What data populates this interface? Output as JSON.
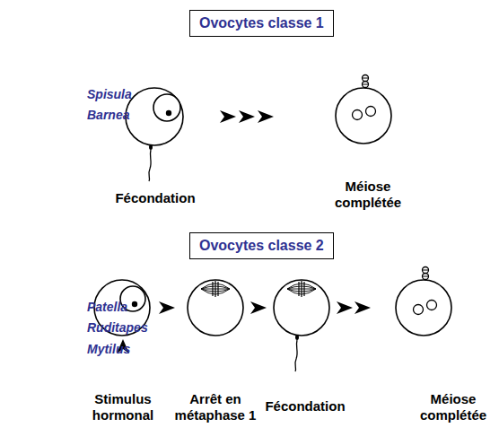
{
  "diagram": {
    "nodes": [
      {
        "text": [
          "Ovocytes classe 1"
        ]
      },
      {
        "text": [
          "Ovocytes classe 2"
        ]
      }
    ],
    "labels": [
      "Spisula",
      "Barnea",
      "Fécondation",
      "Méiose complétée",
      "Patella",
      "Ruditapes",
      "Mytilus",
      "Stimulus hormonal",
      "Arrêt en métaphase 1",
      "Fécondation",
      "Méiose complétée"
    ]
  }
}
